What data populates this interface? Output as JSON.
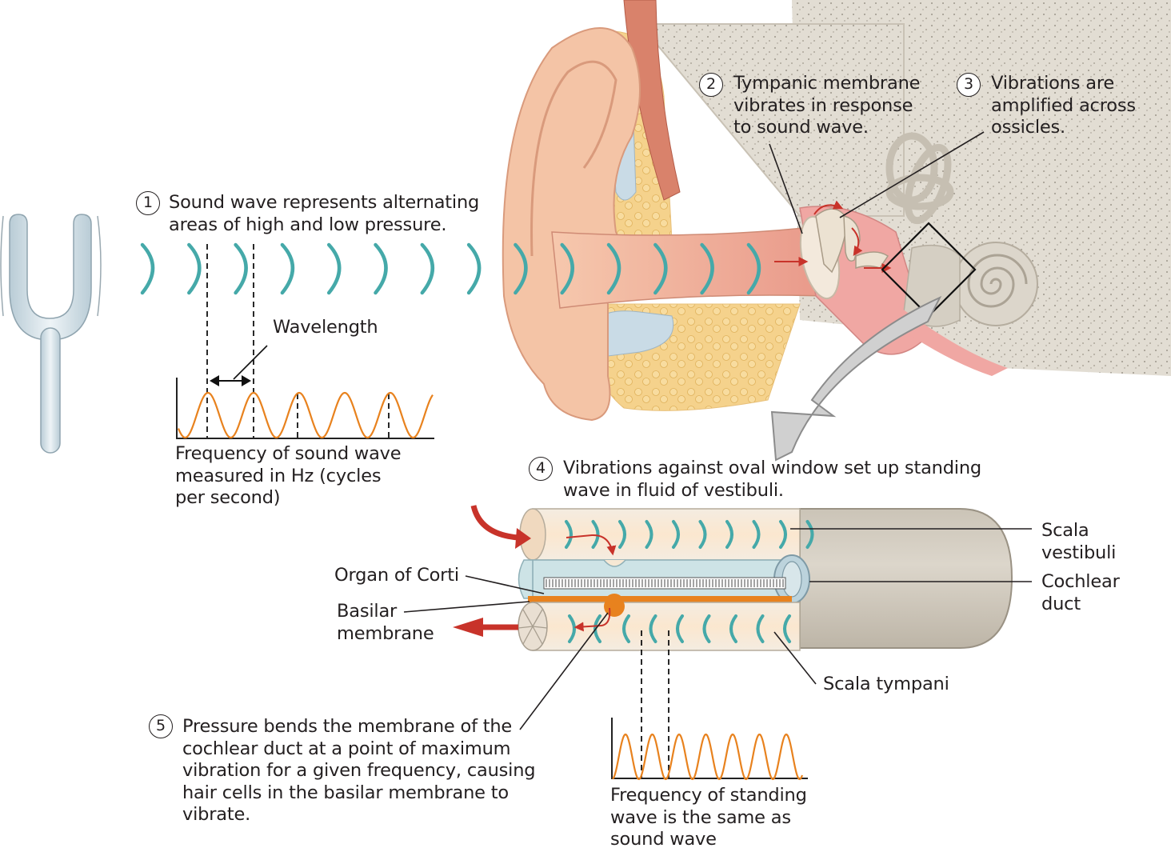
{
  "colors": {
    "wave_teal": "#45a9a9",
    "orange_wave": "#e8821e",
    "arrow_red": "#c8332a",
    "skin": "#f4c4a6",
    "bone": "#dcd6cb",
    "cochlea_tan": "#d5cfc3",
    "duct_blue": "#c6dce3",
    "fat_yellow": "#f5d28c"
  },
  "steps": [
    {
      "number": "1",
      "lines": [
        "Sound wave represents alternating",
        "areas of high and low pressure."
      ]
    },
    {
      "number": "2",
      "lines": [
        "Tympanic membrane",
        "vibrates in response",
        "to sound wave."
      ]
    },
    {
      "number": "3",
      "lines": [
        "Vibrations are",
        "amplified across",
        "ossicles."
      ]
    },
    {
      "number": "4",
      "lines": [
        "Vibrations against oval window set up standing",
        "wave in fluid of vestibuli."
      ]
    },
    {
      "number": "5",
      "lines": [
        "Pressure bends the membrane of the",
        "cochlear duct at a point of maximum",
        "vibration for a given frequency, causing",
        "hair cells in the basilar membrane to",
        "vibrate."
      ]
    }
  ],
  "labels": {
    "wavelength": "Wavelength",
    "sound_frequency": [
      "Frequency of sound wave",
      "measured in Hz (cycles",
      "per second)"
    ],
    "standing_frequency": [
      "Frequency of standing",
      "wave is the same as",
      "sound wave"
    ],
    "scala_vestibuli": [
      "Scala",
      "vestibuli"
    ],
    "cochlear_duct": [
      "Cochlear",
      "duct"
    ],
    "organ_of_corti": "Organ of Corti",
    "basilar_membrane": [
      "Basilar",
      "membrane"
    ],
    "scala_tympani": "Scala tympani"
  }
}
